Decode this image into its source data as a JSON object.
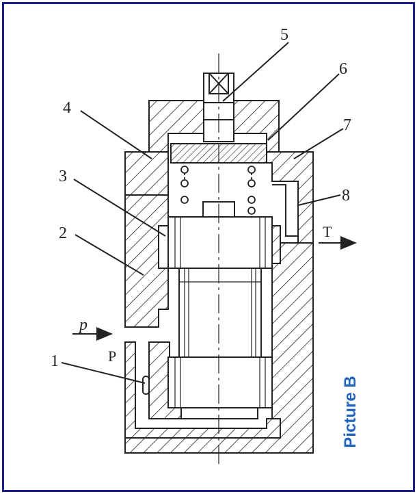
{
  "caption": "Picture B",
  "labels": {
    "l1": "1",
    "l2": "2",
    "l3": "3",
    "l4": "4",
    "l5": "5",
    "l6": "6",
    "l7": "7",
    "l8": "8"
  },
  "ports": {
    "pressure_symbol": "p",
    "pressure_port": "P",
    "tank_port": "T"
  },
  "colors": {
    "frame": "#1a1aa8",
    "caption": "#1e64c8",
    "ink": "#222222"
  }
}
